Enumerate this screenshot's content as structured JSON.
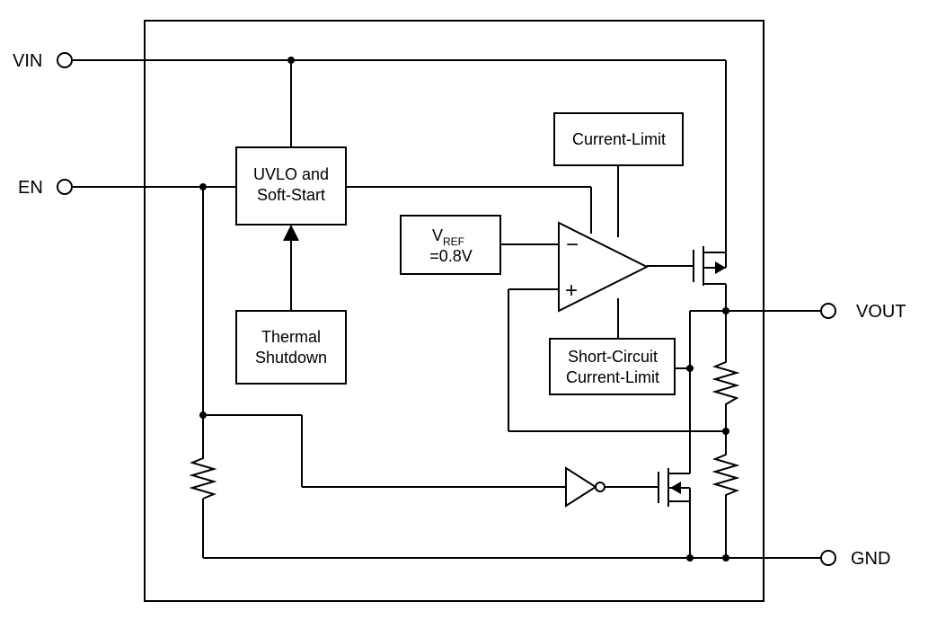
{
  "pins": {
    "vin": "VIN",
    "en": "EN",
    "vout": "VOUT",
    "gnd": "GND"
  },
  "blocks": {
    "uvlo_line1": "UVLO and",
    "uvlo_line2": "Soft-Start",
    "thermal_line1": "Thermal",
    "thermal_line2": "Shutdown",
    "current_limit": "Current-Limit",
    "sc_line1": "Short-Circuit",
    "sc_line2": "Current-Limit",
    "vref_main": "V",
    "vref_sub": "REF",
    "vref_value": "=0.8V"
  },
  "amplifier": {
    "minus": "−",
    "plus": "+"
  }
}
